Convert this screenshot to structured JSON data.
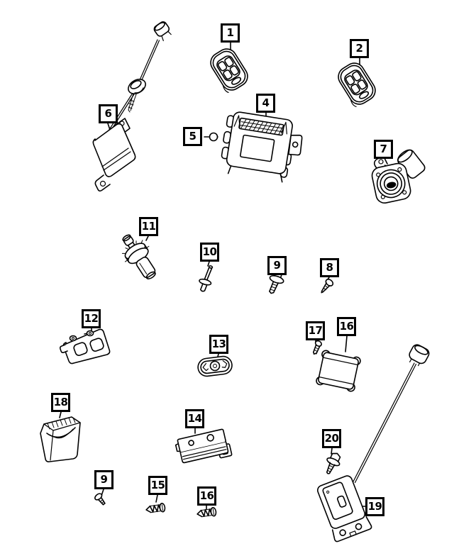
{
  "diagram": {
    "type": "parts-diagram",
    "colors": {
      "background": "#ffffff",
      "line": "#000000"
    },
    "callouts": {
      "c1": "1",
      "c2": "2",
      "c4": "4",
      "c5": "5",
      "c6": "6",
      "c7": "7",
      "c8": "8",
      "c9_top": "9",
      "c9_bottom": "9",
      "c10": "10",
      "c11": "11",
      "c12": "12",
      "c13": "13",
      "c14": "14",
      "c15": "15",
      "c16_module": "16",
      "c16_screw": "16",
      "c17": "17",
      "c18": "18",
      "c19": "19",
      "c20": "20"
    }
  }
}
